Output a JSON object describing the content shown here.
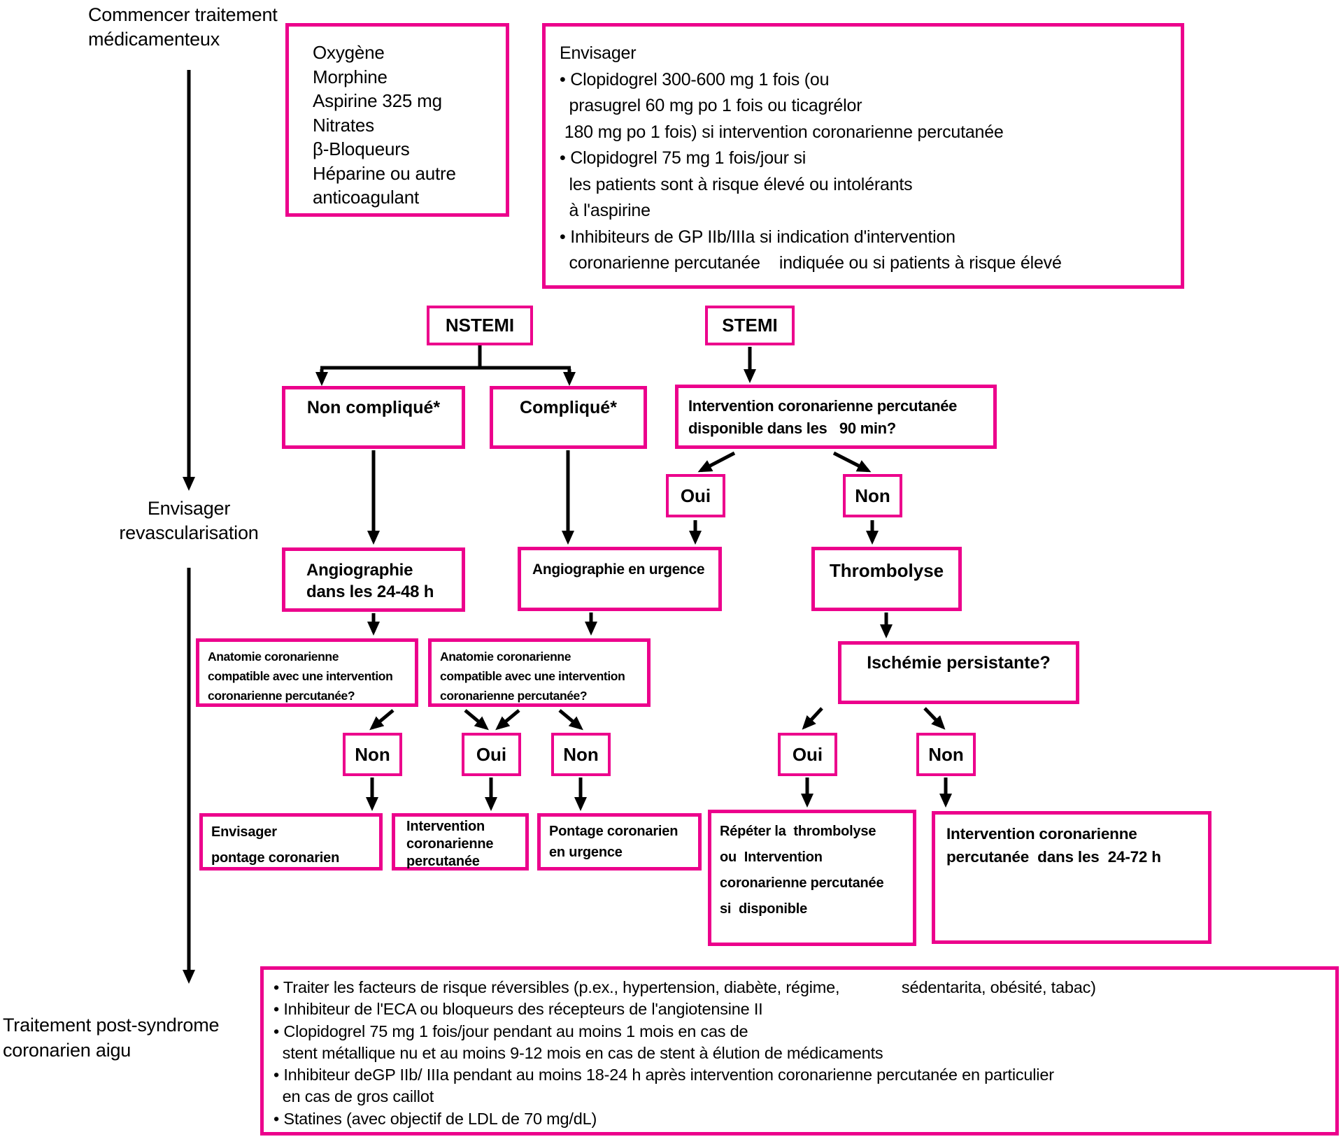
{
  "colors": {
    "box_border": "#EC008C",
    "text": "#000000",
    "background": "#FFFFFF",
    "arrow": "#000000"
  },
  "side_labels": {
    "start_treatment": "Commencer traitement\nmédicamenteux",
    "consider_revasc": "Envisager\nrevascularisation",
    "post_acs": "Traitement post-syndrome\ncoronarien aigu"
  },
  "boxes": {
    "meds": "Oxygène\nMorphine\nAspirine 325 mg\nNitrates\nβ-Bloqueurs\nHéparine ou autre\nanticoagulant",
    "consider": "Envisager\n• Clopidogrel 300-600 mg 1 fois (ou\n  prasugrel 60 mg po 1 fois ou ticagrélor\n 180 mg po 1 fois) si intervention coronarienne percutanée\n• Clopidogrel 75 mg 1 fois/jour si\n  les patients sont à risque élevé ou intolérants\n  à l'aspirine\n• Inhibiteurs de GP IIb/IIIa si indication d'intervention\n  coronarienne percutanée    indiquée ou si patients à risque élevé",
    "nstemi": "NSTEMI",
    "stemi": "STEMI",
    "non_complique": "Non compliqué*",
    "complique": "Compliqué*",
    "icp_90": "Intervention coronarienne percutanée\ndisponible dans les   90 min?",
    "oui_90": "Oui",
    "non_90": "Non",
    "angio_2448": "Angiographie\ndans les 24-48 h",
    "angio_urgence": "Angiographie en urgence",
    "thrombolyse": "Thrombolyse",
    "anatomie_gauche": "Anatomie coronarienne\ncompatible avec une intervention\ncoronarienne percutanée?",
    "anatomie_milieu": "Anatomie coronarienne\ncompatible avec une intervention\ncoronarienne percutanée?",
    "ischemie": "Ischémie persistante?",
    "non_a": "Non",
    "oui_b": "Oui",
    "non_c": "Non",
    "oui_d": "Oui",
    "non_e": "Non",
    "envisager_pontage": "Envisager\npontage coronarien",
    "icp": "Intervention\ncoronarienne\npercutanée",
    "pontage_urgence": "Pontage coronarien\nen urgence",
    "repeter": "Répéter la  thrombolyse\nou  Intervention\ncoronarienne percutanée\nsi  disponible",
    "icp_2472": "Intervention coronarienne\npercutanée  dans les  24-72 h",
    "post_acs_details": "• Traiter les facteurs de risque réversibles (p.ex., hypertension, diabète, régime,              sédentarita, obésité, tabac)\n• Inhibiteur de l'ECA ou bloqueurs des récepteurs de l'angiotensine II\n• Clopidogrel 75 mg 1 fois/jour pendant au moins 1 mois en cas de\n  stent métallique nu et au moins 9-12 mois en cas de stent à élution de médicaments\n• Inhibiteur deGP IIb/ IIIa pendant au moins 18-24 h après intervention coronarienne percutanée en particulier\n  en cas de gros caillot\n• Statines (avec objectif de LDL de 70 mg/dL)"
  }
}
